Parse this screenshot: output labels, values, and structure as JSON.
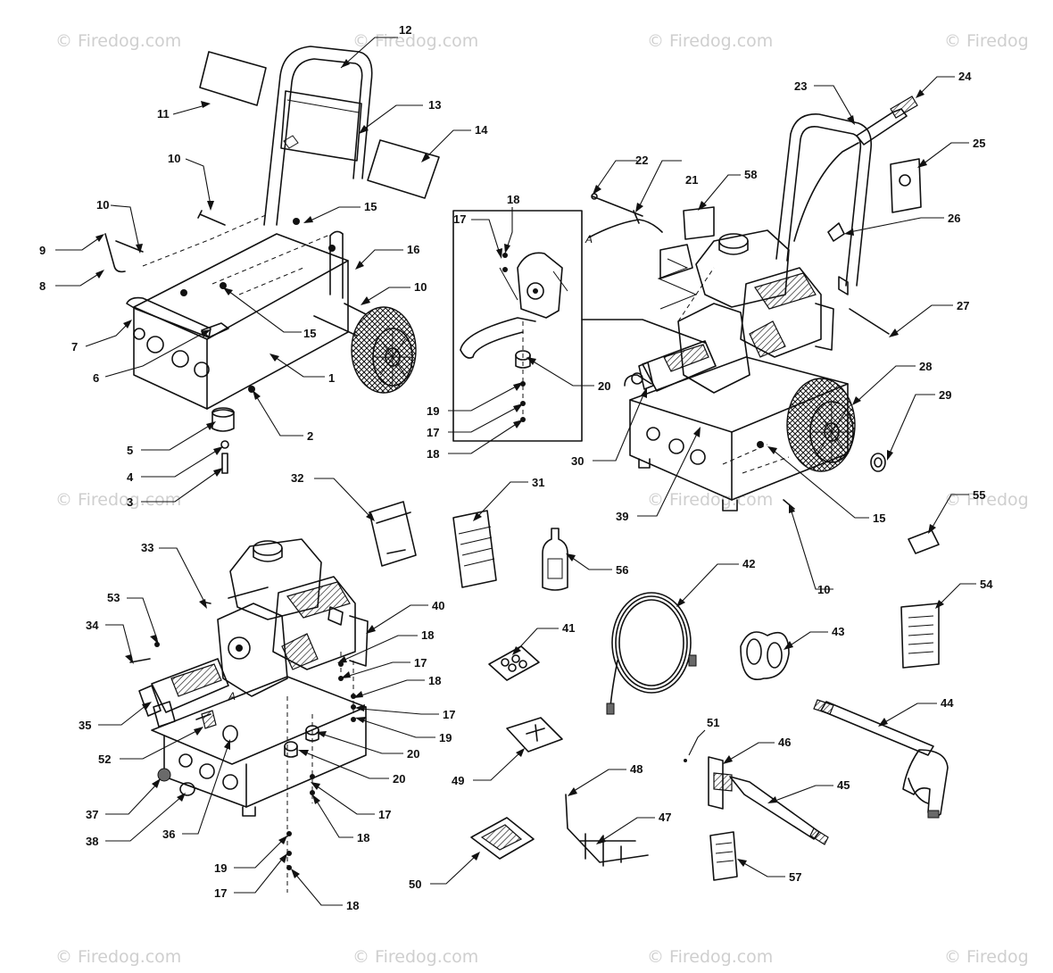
{
  "watermarks": [
    "© Firedog.com",
    "© Firedog.com",
    "© Firedog.com",
    "© Firedog",
    "© Firedog.com",
    "© Firedog.com",
    "© Firedog",
    "© Firedog.com",
    "© Firedog.com",
    "© Firedog.com",
    "© Firedog"
  ],
  "callouts": {
    "a": "A",
    "b": "A"
  },
  "part_numbers": {
    "p1": "1",
    "p2": "2",
    "p3": "3",
    "p4": "4",
    "p5": "5",
    "p6": "6",
    "p7": "7",
    "p8": "8",
    "p9": "9",
    "p10a": "10",
    "p10b": "10",
    "p10c": "10",
    "p11": "11",
    "p12": "12",
    "p13": "13",
    "p14": "14",
    "p15a": "15",
    "p15b": "15",
    "p16": "16",
    "p17a": "17",
    "p18a": "18",
    "p19a": "19",
    "p20a": "20",
    "p17b": "17",
    "p18b": "18",
    "p21": "21",
    "p22": "22",
    "p23": "23",
    "p24": "24",
    "p25": "25",
    "p26": "26",
    "p27": "27",
    "p28": "28",
    "p29": "29",
    "p30": "30",
    "p39": "39",
    "p15c": "15",
    "p10d": "10",
    "p58": "58",
    "p32": "32",
    "p31": "31",
    "p56": "56",
    "p55": "55",
    "p54": "54",
    "p33": "33",
    "p53": "53",
    "p34": "34",
    "p40": "40",
    "p18c": "18",
    "p17c": "17",
    "p18d": "18",
    "p17d": "17",
    "p19b": "19",
    "p20b": "20",
    "p20c": "20",
    "p17e": "17",
    "p18e": "18",
    "p19c": "19",
    "p17f": "17",
    "p18f": "18",
    "p35": "35",
    "p52": "52",
    "p37": "37",
    "p38": "38",
    "p36": "36",
    "p41": "41",
    "p42": "42",
    "p43": "43",
    "p44": "44",
    "p49": "49",
    "p51": "51",
    "p46": "46",
    "p45": "45",
    "p48": "48",
    "p47": "47",
    "p50": "50",
    "p57": "57"
  }
}
